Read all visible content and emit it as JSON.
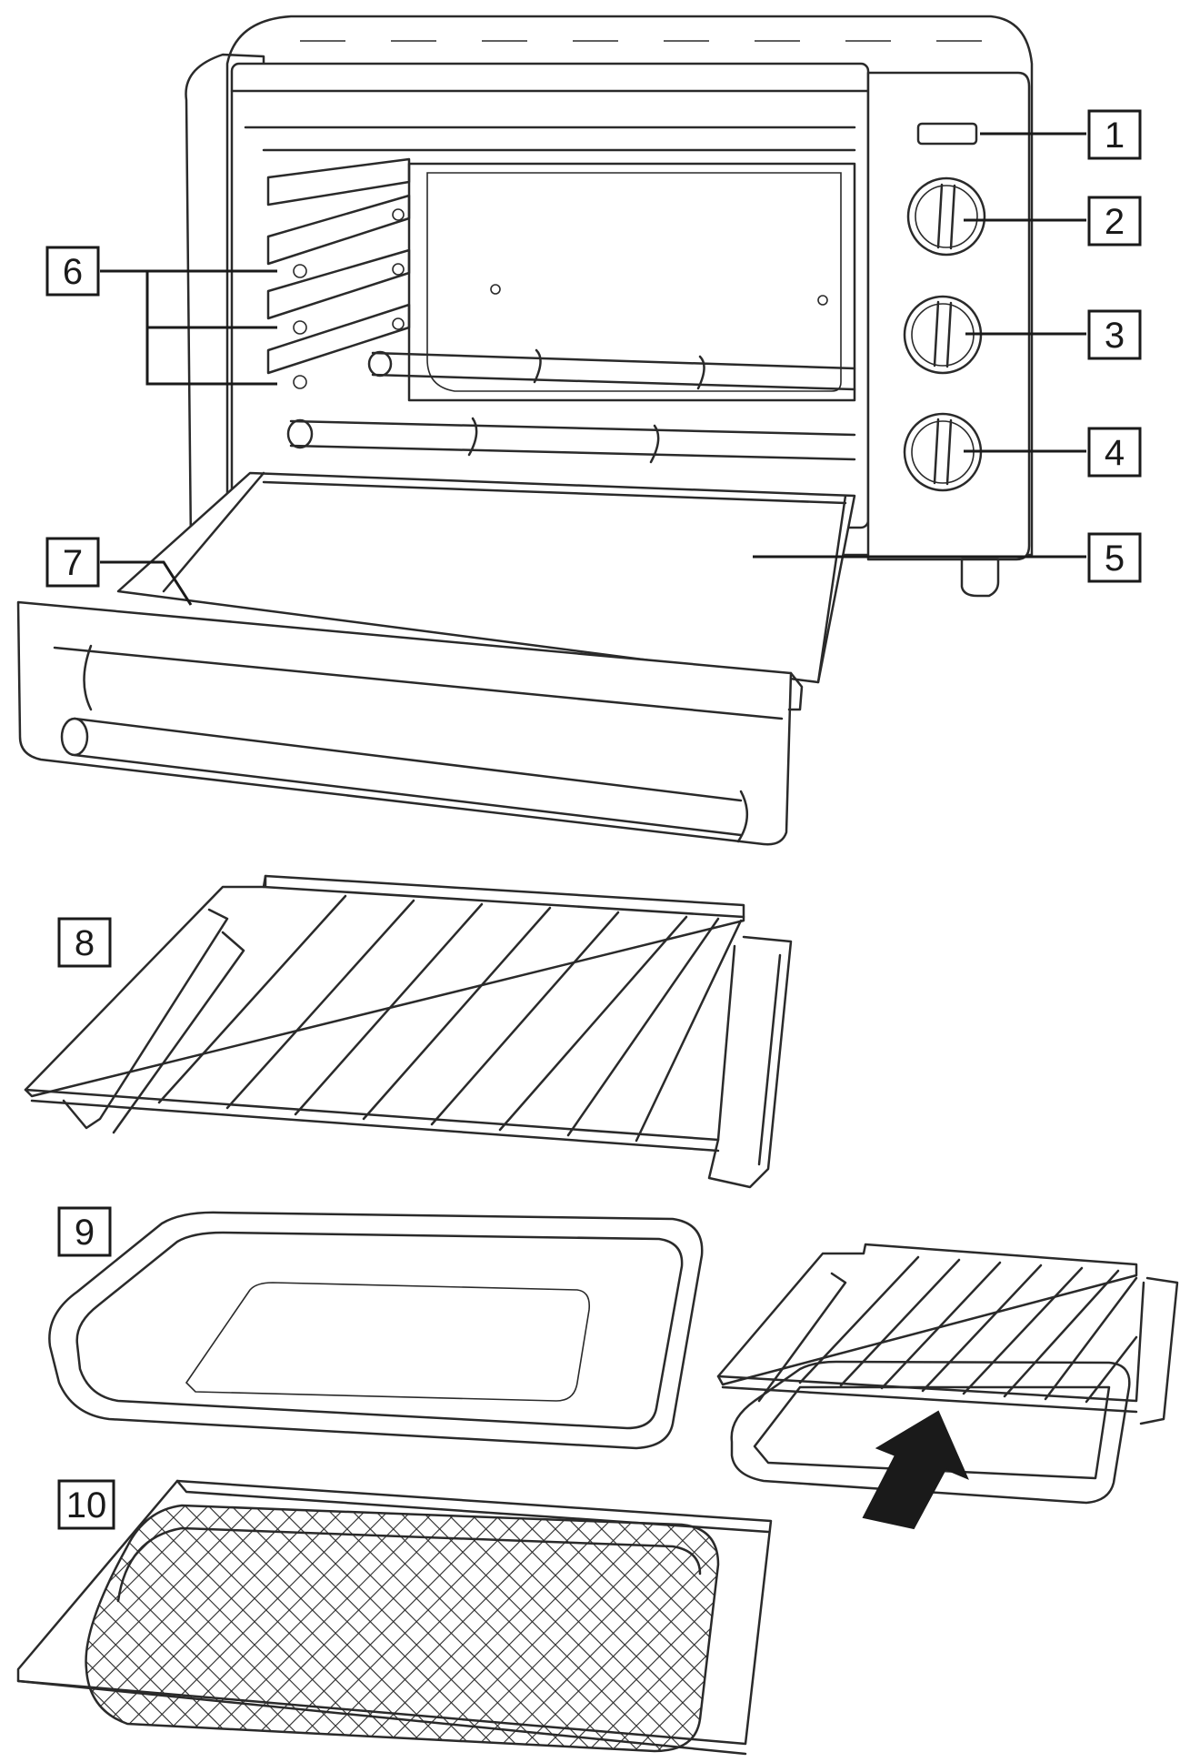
{
  "callouts": [
    {
      "id": "1",
      "text": "1"
    },
    {
      "id": "2",
      "text": "2"
    },
    {
      "id": "3",
      "text": "3"
    },
    {
      "id": "4",
      "text": "4"
    },
    {
      "id": "5",
      "text": "5"
    },
    {
      "id": "6",
      "text": "6"
    },
    {
      "id": "7",
      "text": "7"
    },
    {
      "id": "8",
      "text": "8"
    },
    {
      "id": "9",
      "text": "9"
    },
    {
      "id": "10",
      "text": "10"
    }
  ],
  "colors": {
    "line": "#2a2a2a",
    "background": "#ffffff",
    "arrow": "#1a1a1a"
  },
  "icons": {
    "insert_arrow": "arrow-up-right-icon"
  }
}
